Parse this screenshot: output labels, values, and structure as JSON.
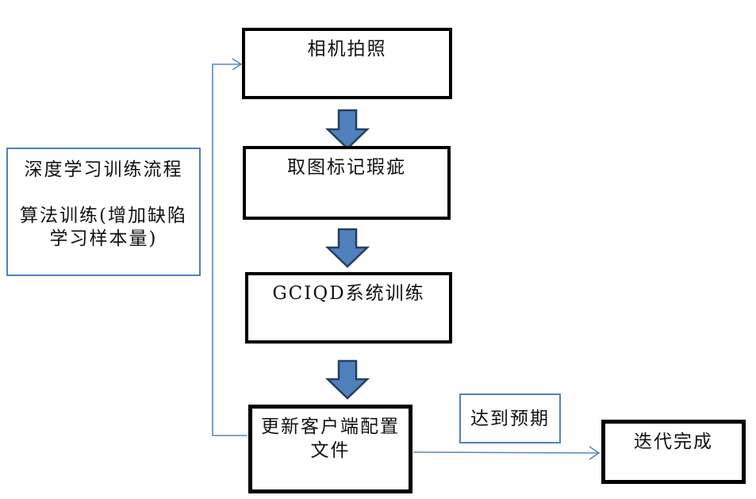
{
  "note": {
    "line1": "深度学习训练流程",
    "line2": "算法训练(增加缺陷",
    "line3": "学习样本量)"
  },
  "flow": {
    "step1": "相机拍照",
    "step2": "取图标记瑕疵",
    "step3": "GCIQD系统训练",
    "step4_line1": "更新客户端配置",
    "step4_line2": "文件",
    "condition": "达到预期",
    "end": "迭代完成"
  },
  "colors": {
    "background": "#ffffff",
    "process_box_border": "#000000",
    "label_box_border": "#4f81bd",
    "connector_line": "#5585c2",
    "block_arrow_fill": "#4f81bd",
    "block_arrow_border": "#243f60",
    "text": "#111111"
  }
}
